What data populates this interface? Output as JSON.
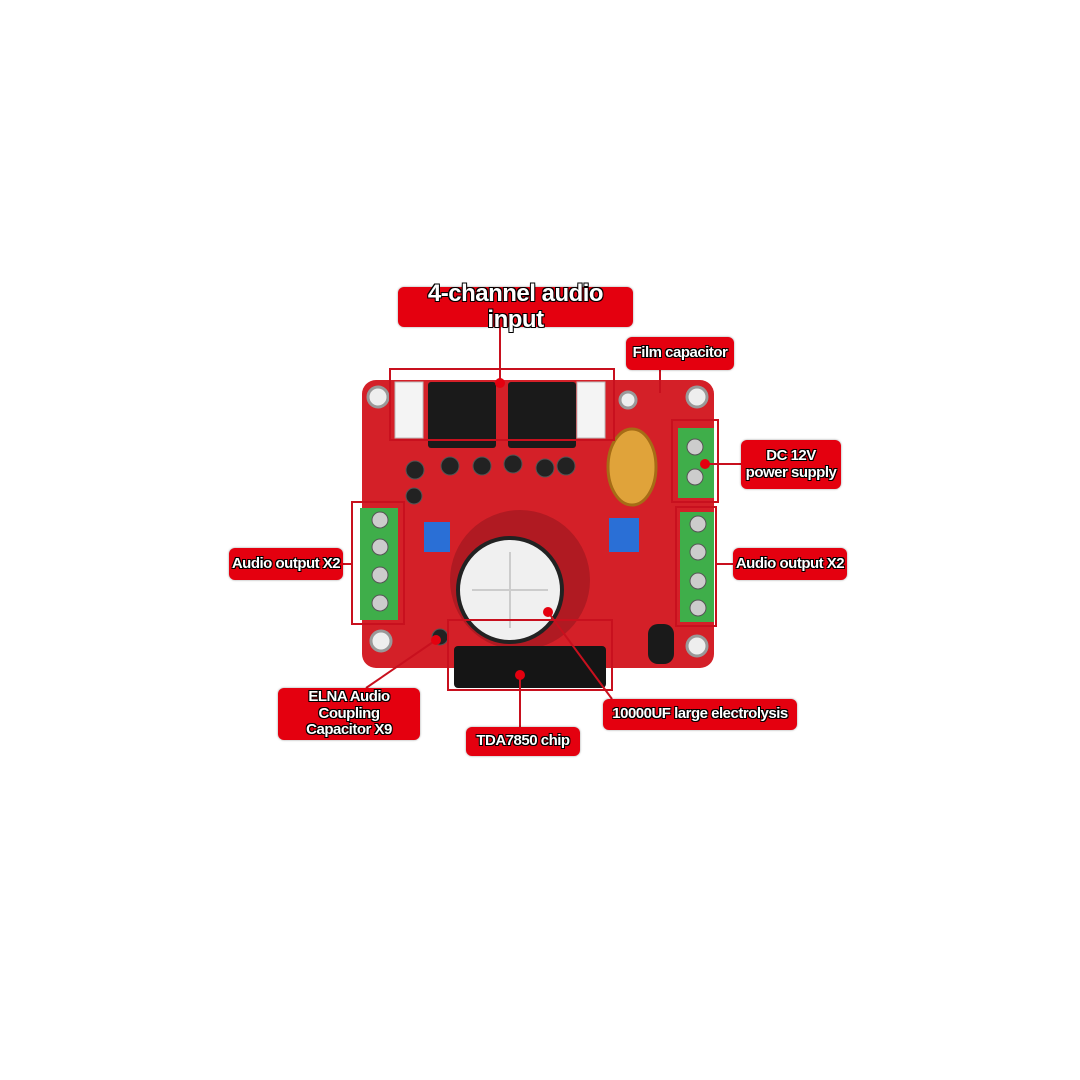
{
  "labels": {
    "audio_input": "4-channel audio input",
    "film_capacitor": "Film capacitor",
    "dc_power": "DC 12V\npower supply",
    "audio_output_left": "Audio output X2",
    "audio_output_right": "Audio output X2",
    "elna_capacitor": "ELNA Audio Coupling\nCapacitor X9",
    "chip": "TDA7850 chip",
    "electrolysis": "10000UF large electrolysis"
  },
  "colors": {
    "label_bg": "#e4000f",
    "board": "#d42028",
    "terminal": "#3fae4a",
    "pointer": "#c8101e"
  }
}
